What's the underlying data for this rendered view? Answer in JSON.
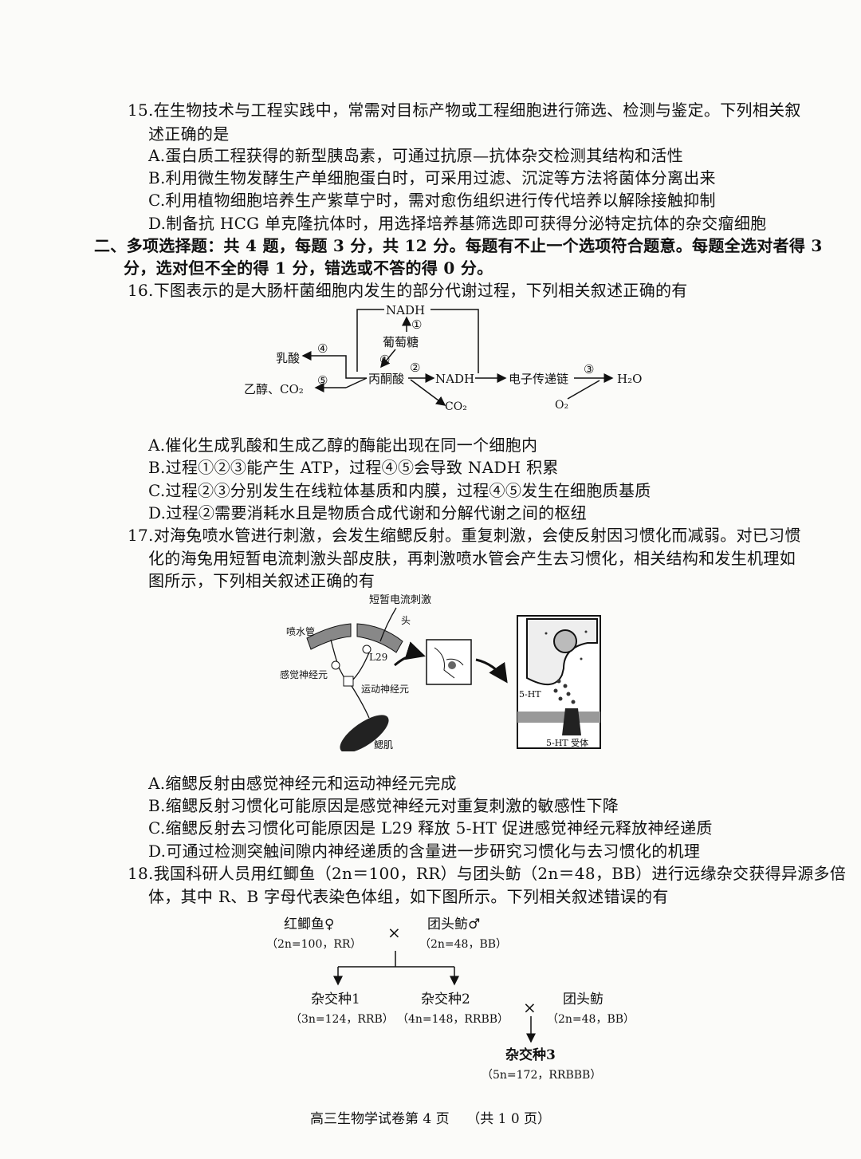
{
  "q15": {
    "stem1": "15.在生物技术与工程实践中，常需对目标产物或工程细胞进行筛选、检测与鉴定。下列相关叙",
    "stem2": "述正确的是",
    "options": [
      "A.蛋白质工程获得的新型胰岛素，可通过抗原—抗体杂交检测其结构和活性",
      "B.利用微生物发酵生产单细胞蛋白时，可采用过滤、沉淀等方法将菌体分离出来",
      "C.利用植物细胞培养生产紫草宁时，需对愈伤组织进行传代培养以解除接触抑制",
      "D.制备抗 HCG 单克隆抗体时，用选择培养基筛选即可获得分泌特定抗体的杂交瘤细胞"
    ]
  },
  "section2": {
    "line1": "二、多项选择题：共 4 题，每题 3 分，共 12 分。每题有不止一个选项符合题意。每题全选对者得 3",
    "line2": "分，选对但不全的得 1 分，错选或不答的得 0 分。"
  },
  "q16": {
    "stem": "16.下图表示的是大肠杆菌细胞内发生的部分代谢过程，下列相关叙述正确的有",
    "diagram": {
      "nadh_top": "NADH",
      "glucose": "葡萄糖",
      "pyruvate": "丙酮酸",
      "nadh_mid": "NADH",
      "etc": "电子传递链",
      "water": "H₂O",
      "co2": "CO₂",
      "o2": "O₂",
      "lactate": "乳酸",
      "ethanol": "乙醇、CO₂",
      "n1a": "①",
      "n1b": "①",
      "n2": "②",
      "n3": "③",
      "n4": "④",
      "n5": "⑤"
    },
    "options": [
      "A.催化生成乳酸和生成乙醇的酶能出现在同一个细胞内",
      "B.过程①②③能产生 ATP，过程④⑤会导致 NADH 积累",
      "C.过程②③分别发生在线粒体基质和内膜，过程④⑤发生在细胞质基质",
      "D.过程②需要消耗水且是物质合成代谢和分解代谢之间的枢纽"
    ]
  },
  "q17": {
    "stem1": "17.对海兔喷水管进行刺激，会发生缩鳃反射。重复刺激，会使反射因习惯化而减弱。对已习惯",
    "stem2": "化的海兔用短暂电流刺激头部皮肤，再刺激喷水管会产生去习惯化，相关结构和发生机理如",
    "stem3": "图所示，下列相关叙述正确的有",
    "diagram": {
      "stim": "短暂电流刺激",
      "head": "头",
      "siphon": "喷水管",
      "l29": "L29",
      "sensory": "感觉神经元",
      "motor": "运动神经元",
      "gill": "鳃肌",
      "ht": "5-HT",
      "receptor": "5-HT 受体"
    },
    "options": [
      "A.缩鳃反射由感觉神经元和运动神经元完成",
      "B.缩鳃反射习惯化可能原因是感觉神经元对重复刺激的敏感性下降",
      "C.缩鳃反射去习惯化可能原因是 L29 释放 5-HT 促进感觉神经元释放神经递质",
      "D.可通过检测突触间隙内神经递质的含量进一步研究习惯化与去习惯化的机理"
    ]
  },
  "q18": {
    "stem1": "18.我国科研人员用红鲫鱼（2n＝100，RR）与团头鲂（2n＝48，BB）进行远缘杂交获得异源多倍",
    "stem2": "体，其中 R、B 字母代表染色体组，如下图所示。下列相关叙述错误的有",
    "diagram": {
      "p1_name": "红鲫鱼♀",
      "p1_info": "（2n=100，RR）",
      "cross": "×",
      "p2_name": "团头鲂♂",
      "p2_info": "（2n=48，BB）",
      "h1_name": "杂交种1",
      "h1_info": "（3n=124，RRB）",
      "h2_name": "杂交种2",
      "h2_info": "（4n=148，RRBB）",
      "cross2": "×",
      "p3_name": "团头鲂",
      "p3_info": "（2n=48，BB）",
      "h3_name": "杂交种3",
      "h3_info": "（5n=172，RRBBB）"
    }
  },
  "footer": "高三生物学试卷第 4 页    （共 1 0 页）"
}
